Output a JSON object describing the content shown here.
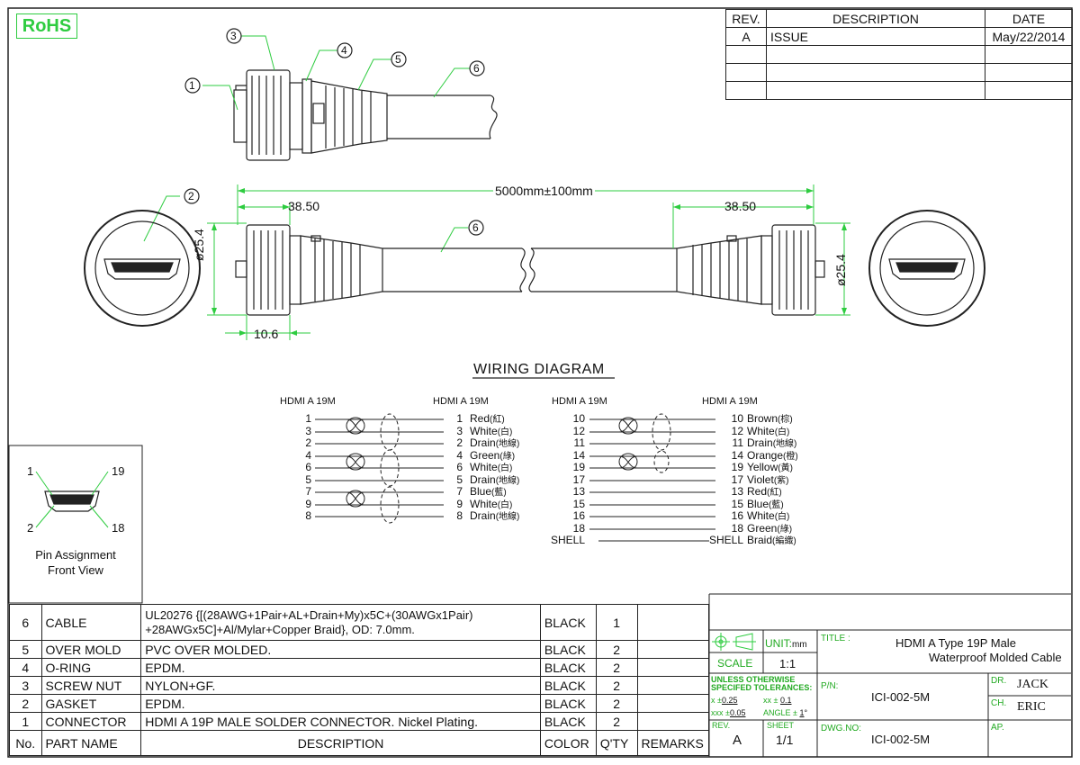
{
  "rohs_label": "RoHS",
  "revision_table": {
    "headers": {
      "rev": "REV.",
      "description": "DESCRIPTION",
      "date": "DATE"
    },
    "rows": [
      {
        "rev": "A",
        "description": "ISSUE",
        "date": "May/22/2014"
      }
    ]
  },
  "callouts": [
    "1",
    "2",
    "3",
    "4",
    "5",
    "6"
  ],
  "dimensions": {
    "total_length": "5000mm±100mm",
    "left_length": "38.50",
    "right_length": "38.50",
    "left_dia": "ø25.4",
    "right_dia": "ø25.4",
    "nut_width": "10.6"
  },
  "wiring": {
    "title": "WIRING DIAGRAM",
    "left_group": {
      "header_left": "HDMI A 19M",
      "header_right": "HDMI A 19M",
      "rows": [
        {
          "pin": "1",
          "pin_r": "1",
          "name": "Red",
          "cn": "(紅)"
        },
        {
          "pin": "3",
          "pin_r": "3",
          "name": "White",
          "cn": "(白)"
        },
        {
          "pin": "2",
          "pin_r": "2",
          "name": "Drain",
          "cn": "(地線)"
        },
        {
          "pin": "4",
          "pin_r": "4",
          "name": "Green",
          "cn": "(綠)"
        },
        {
          "pin": "6",
          "pin_r": "6",
          "name": "White",
          "cn": "(白)"
        },
        {
          "pin": "5",
          "pin_r": "5",
          "name": "Drain",
          "cn": "(地線)"
        },
        {
          "pin": "7",
          "pin_r": "7",
          "name": "Blue",
          "cn": "(藍)"
        },
        {
          "pin": "9",
          "pin_r": "9",
          "name": "White",
          "cn": "(白)"
        },
        {
          "pin": "8",
          "pin_r": "8",
          "name": "Drain",
          "cn": "(地線)"
        }
      ]
    },
    "right_group": {
      "header_left": "HDMI A 19M",
      "header_right": "HDMI A 19M",
      "rows": [
        {
          "pin": "10",
          "pin_r": "10",
          "name": "Brown",
          "cn": "(棕)"
        },
        {
          "pin": "12",
          "pin_r": "12",
          "name": "White",
          "cn": "(白)"
        },
        {
          "pin": "11",
          "pin_r": "11",
          "name": "Drain",
          "cn": "(地線)"
        },
        {
          "pin": "14",
          "pin_r": "14",
          "name": "Orange",
          "cn": "(橙)"
        },
        {
          "pin": "19",
          "pin_r": "19",
          "name": "Yellow",
          "cn": "(黃)"
        },
        {
          "pin": "17",
          "pin_r": "17",
          "name": "Violet",
          "cn": "(紫)"
        },
        {
          "pin": "13",
          "pin_r": "13",
          "name": "Red",
          "cn": "(紅)"
        },
        {
          "pin": "15",
          "pin_r": "15",
          "name": "Blue",
          "cn": "(藍)"
        },
        {
          "pin": "16",
          "pin_r": "16",
          "name": "White",
          "cn": "(白)"
        },
        {
          "pin": "18",
          "pin_r": "18",
          "name": "Green",
          "cn": "(綠)"
        },
        {
          "pin": "SHELL",
          "pin_r": "SHELL",
          "name": "Braid",
          "cn": "(編織)"
        }
      ]
    }
  },
  "pin_assignment": {
    "pins": {
      "tl": "1",
      "tr": "19",
      "bl": "2",
      "br": "18"
    },
    "caption_1": "Pin Assignment",
    "caption_2": "Front View"
  },
  "bom": {
    "headers": {
      "no": "No.",
      "part": "PART NAME",
      "desc": "DESCRIPTION",
      "color": "COLOR",
      "qty": "Q'TY",
      "remarks": "REMARKS"
    },
    "rows": [
      {
        "no": "6",
        "part": "CABLE",
        "desc": "UL20276 {[(28AWG+1Pair+AL+Drain+My)x5C+(30AWGx1Pair)",
        "desc2": "+28AWGx5C]+Al/Mylar+Copper Braid}, OD: 7.0mm.",
        "color": "BLACK",
        "qty": "1"
      },
      {
        "no": "5",
        "part": "OVER MOLD",
        "desc": "PVC OVER MOLDED.",
        "color": "BLACK",
        "qty": "2"
      },
      {
        "no": "4",
        "part": "O-RING",
        "desc": "EPDM.",
        "color": "BLACK",
        "qty": "2"
      },
      {
        "no": "3",
        "part": "SCREW NUT",
        "desc": "NYLON+GF.",
        "color": "BLACK",
        "qty": "2"
      },
      {
        "no": "2",
        "part": "GASKET",
        "desc": "EPDM.",
        "color": "BLACK",
        "qty": "2"
      },
      {
        "no": "1",
        "part": "CONNECTOR",
        "desc": "HDMI A 19P MALE SOLDER CONNECTOR. Nickel Plating.",
        "color": "BLACK",
        "qty": "2"
      }
    ]
  },
  "title_block": {
    "unit_label": "UNIT:",
    "unit_value": "mm",
    "title_label": "TITLE :",
    "title_line1": "HDMI A Type 19P Male",
    "title_line2": "Waterproof Molded Cable",
    "scale_label": "SCALE",
    "scale_value": "1:1",
    "tol_line1": "UNLESS OTHERWISE",
    "tol_line2": "SPECIFED TOLERANCES:",
    "tol_x": "x",
    "tol_x_val": "0.25",
    "tol_xx": "xx",
    "tol_xx_val": "0.1",
    "tol_xxx": "xxx",
    "tol_xxx_val": "0.05",
    "tol_angle": "ANGLE",
    "tol_angle_val": "1",
    "pn_label": "P/N:",
    "pn_value": "ICI-002-5M",
    "dr_label": "DR.",
    "dr_value": "JACK",
    "ch_label": "CH.",
    "ch_value": "ERIC",
    "rev_label": "REV.",
    "rev_value": "A",
    "sheet_label": "SHEET",
    "sheet_value": "1/1",
    "dwg_label": "DWG.NO:",
    "dwg_value": "ICI-002-5M",
    "ap_label": "AP."
  }
}
